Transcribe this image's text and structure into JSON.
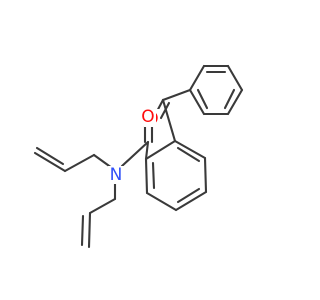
{
  "colors": {
    "bond": "#3a3a3a",
    "oxygen": "#ff0d0d",
    "nitrogen": "#3050f8",
    "background": "#ffffff"
  },
  "atoms": {
    "ketone_oxygen": "O",
    "amide_oxygen": "O",
    "amide_nitrogen": "N"
  }
}
